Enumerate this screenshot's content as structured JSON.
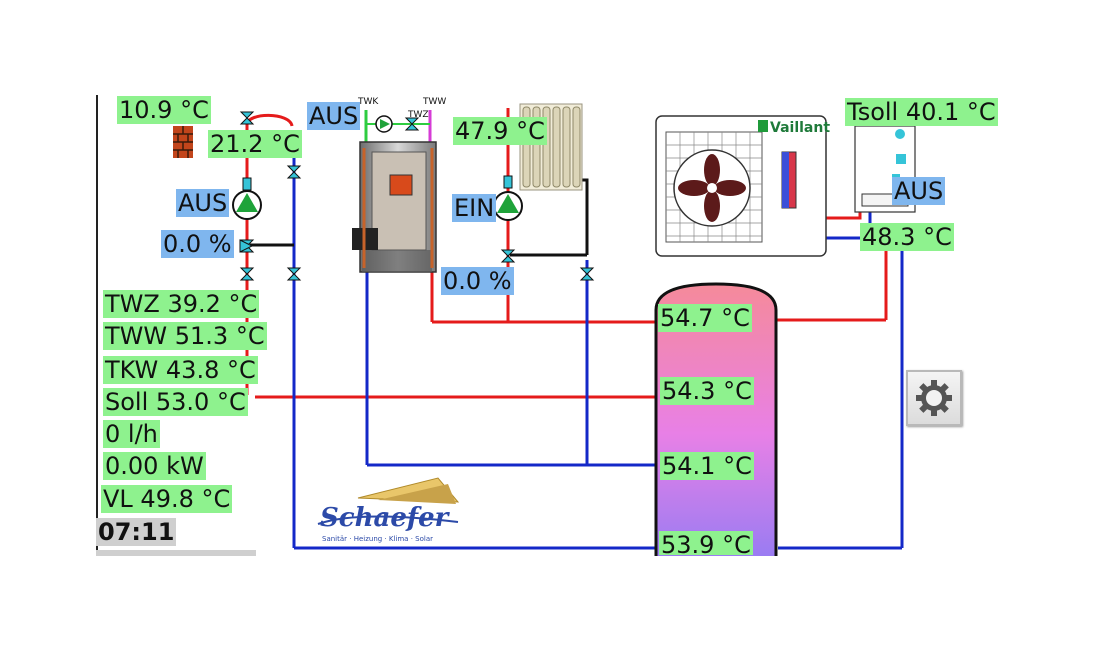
{
  "outdoor": {
    "temperature": "10.9 °C",
    "flow_temp": "21.2 °C"
  },
  "heating_circuit_1": {
    "pump_state": "AUS",
    "mixer_percent": "0.0 %"
  },
  "boiler": {
    "state": "AUS",
    "twk_label": "TWK",
    "tww_label": "TWW",
    "twz_label": "TWZ"
  },
  "heating_circuit_2": {
    "temperature": "47.9 °C",
    "pump_state": "EIN",
    "mixer_percent": "0.0 %"
  },
  "hot_water": {
    "twz": "TWZ 39.2 °C",
    "tww": "TWW 51.3 °C",
    "tkw": "TKW 43.8 °C",
    "soll": "Soll 53.0 °C",
    "flow": "0 l/h",
    "power": "0.00 kW",
    "vl": "VL 49.8 °C"
  },
  "clock": {
    "time": "07:11"
  },
  "heat_pump": {
    "brand": "Vaillant",
    "tsoll": "Tsoll 40.1 °C",
    "state": "AUS",
    "outlet_temp": "48.3 °C"
  },
  "storage_tank": {
    "t1": "54.7 °C",
    "t2": "54.3 °C",
    "t3": "54.1 °C",
    "t4": "53.9 °C"
  },
  "logo": {
    "name": "Schaefer",
    "tagline": "Sanitär · Heizung · Klima · Solar"
  },
  "icons": [
    "brick-wall-icon",
    "pump-icon",
    "valve-icon",
    "radiator-icon",
    "fan-icon",
    "gear-icon"
  ],
  "colors": {
    "flow": "#e51b1b",
    "return": "#1428c8",
    "label_temp": "#8ef28e",
    "label_state": "#7fb6ee",
    "tank_top": "#f58a9a",
    "tank_bottom": "#9a7cf2"
  }
}
